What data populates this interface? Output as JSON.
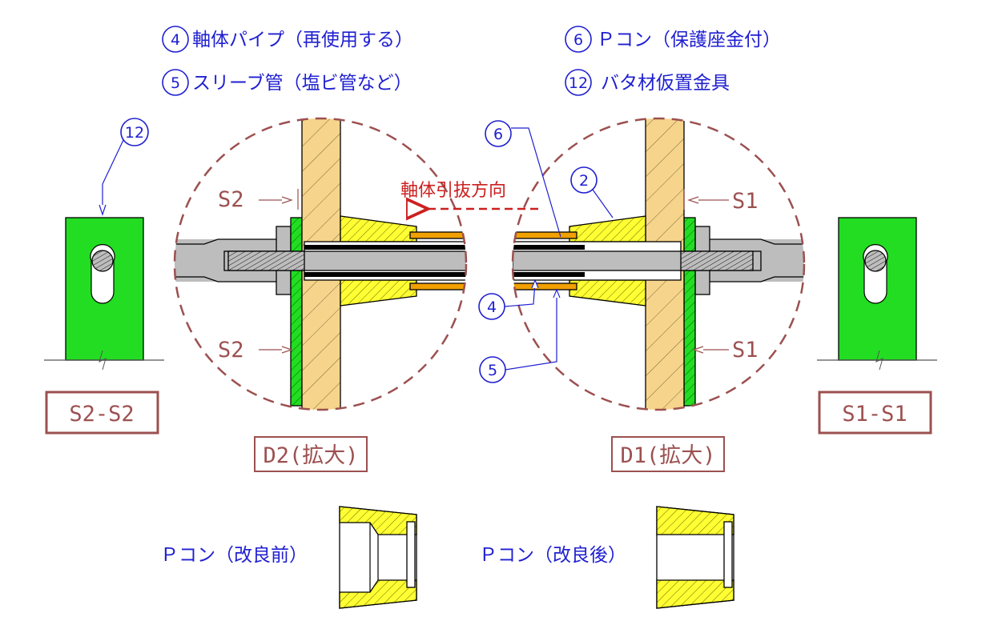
{
  "legend": {
    "item4": {
      "number": "4",
      "text": "軸体パイプ（再使用する）"
    },
    "item5": {
      "number": "5",
      "text": "スリーブ管（塩ビ管など）"
    },
    "item6": {
      "number": "6",
      "text": "Ｐコン（保護座金付）"
    },
    "item12": {
      "number": "12",
      "text": "バタ材仮置金具"
    }
  },
  "callouts": {
    "c12": "12",
    "c6": "6",
    "c2": "2",
    "c4": "4",
    "c5": "5"
  },
  "arrow_label": "軸体引抜方向",
  "section_marks": {
    "s2_top": "S2",
    "s2_bottom": "S2",
    "s1_top": "S1",
    "s1_bottom": "S1"
  },
  "view_titles": {
    "s2s2": "S2-S2",
    "s1s1": "S1-S1",
    "d2": "D2(拡大)",
    "d1": "D1(拡大)"
  },
  "pcon_labels": {
    "before": "Ｐコン（改良前）",
    "after": "Ｐコン（改良後）"
  },
  "colors": {
    "wood": "#f6d48b",
    "green": "#22dd22",
    "yellow": "#ffff33",
    "steel": "#bdbdbd",
    "orange_sleeve": "#f0a000",
    "detail_circle": "#9c5050",
    "label_blue": "#1f1fd1",
    "arrow_red": "#cc2020"
  }
}
